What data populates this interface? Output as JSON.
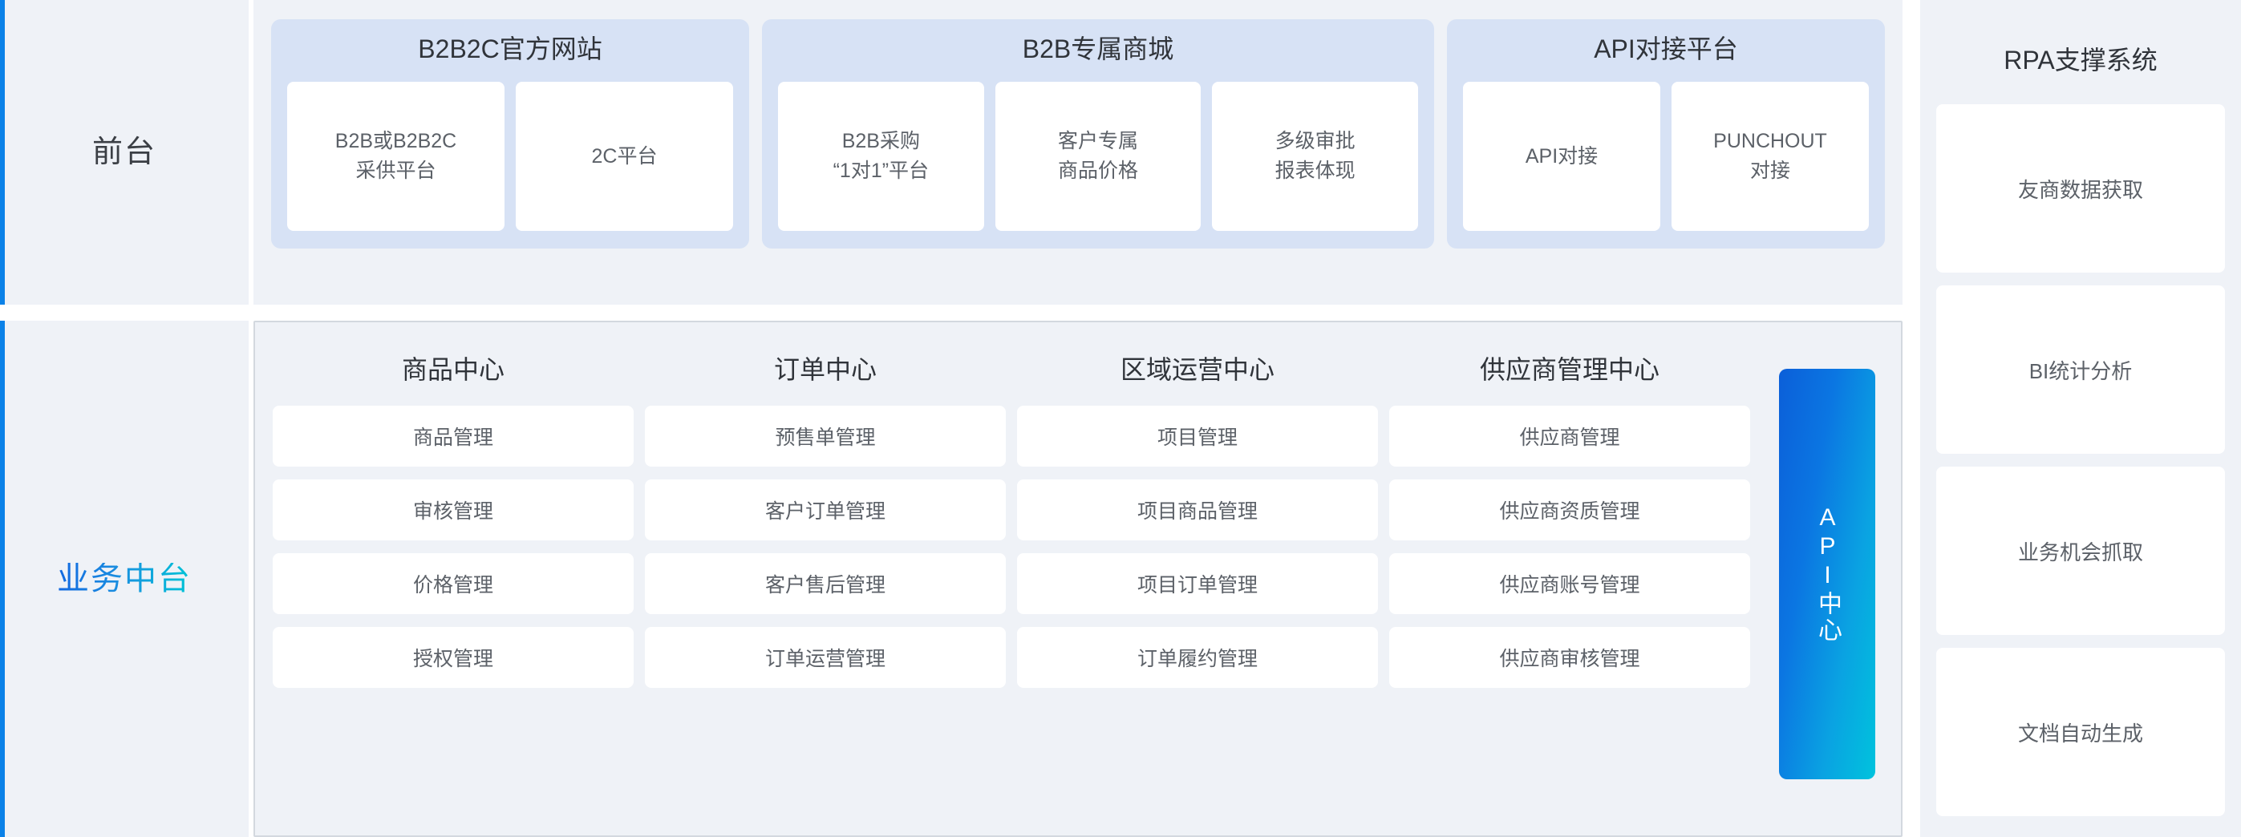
{
  "rails": [
    {
      "label": "前台",
      "gradient": false
    },
    {
      "label": "业务中台",
      "gradient": true
    }
  ],
  "front_stage": {
    "groups": [
      {
        "title": "B2B2C官方网站",
        "cards": [
          "B2B或B2B2C\n采供平台",
          "2C平台"
        ]
      },
      {
        "title": "B2B专属商城",
        "cards": [
          "B2B采购\n“1对1”平台",
          "客户专属\n商品价格",
          "多级审批\n报表体现"
        ]
      },
      {
        "title": "API对接平台",
        "cards": [
          "API对接",
          "PUNCHOUT\n对接"
        ]
      }
    ]
  },
  "middle_platform": {
    "columns": [
      {
        "title": "商品中心",
        "items": [
          "商品管理",
          "审核管理",
          "价格管理",
          "授权管理"
        ]
      },
      {
        "title": "订单中心",
        "items": [
          "预售单管理",
          "客户订单管理",
          "客户售后管理",
          "订单运营管理"
        ]
      },
      {
        "title": "区域运营中心",
        "items": [
          "项目管理",
          "项目商品管理",
          "项目订单管理",
          "订单履约管理"
        ]
      },
      {
        "title": "供应商管理中心",
        "items": [
          "供应商管理",
          "供应商资质管理",
          "供应商账号管理",
          "供应商审核管理"
        ]
      }
    ],
    "api_center": {
      "label": "API中心"
    }
  },
  "rpa": {
    "title": "RPA支撑系统",
    "items": [
      "友商数据获取",
      "BI统计分析",
      "业务机会抓取",
      "文档自动生成"
    ]
  },
  "colors": {
    "accent_blue": "#0b82e8",
    "panel_bg": "#eff2f7",
    "group_bg": "#d7e2f5",
    "card_bg": "#ffffff",
    "text_dark": "#30343a",
    "text_muted": "#5c6168",
    "api_gradient_from": "#0b5fd9",
    "api_gradient_to": "#00c3dd",
    "mid_border": "#d3d8df"
  }
}
